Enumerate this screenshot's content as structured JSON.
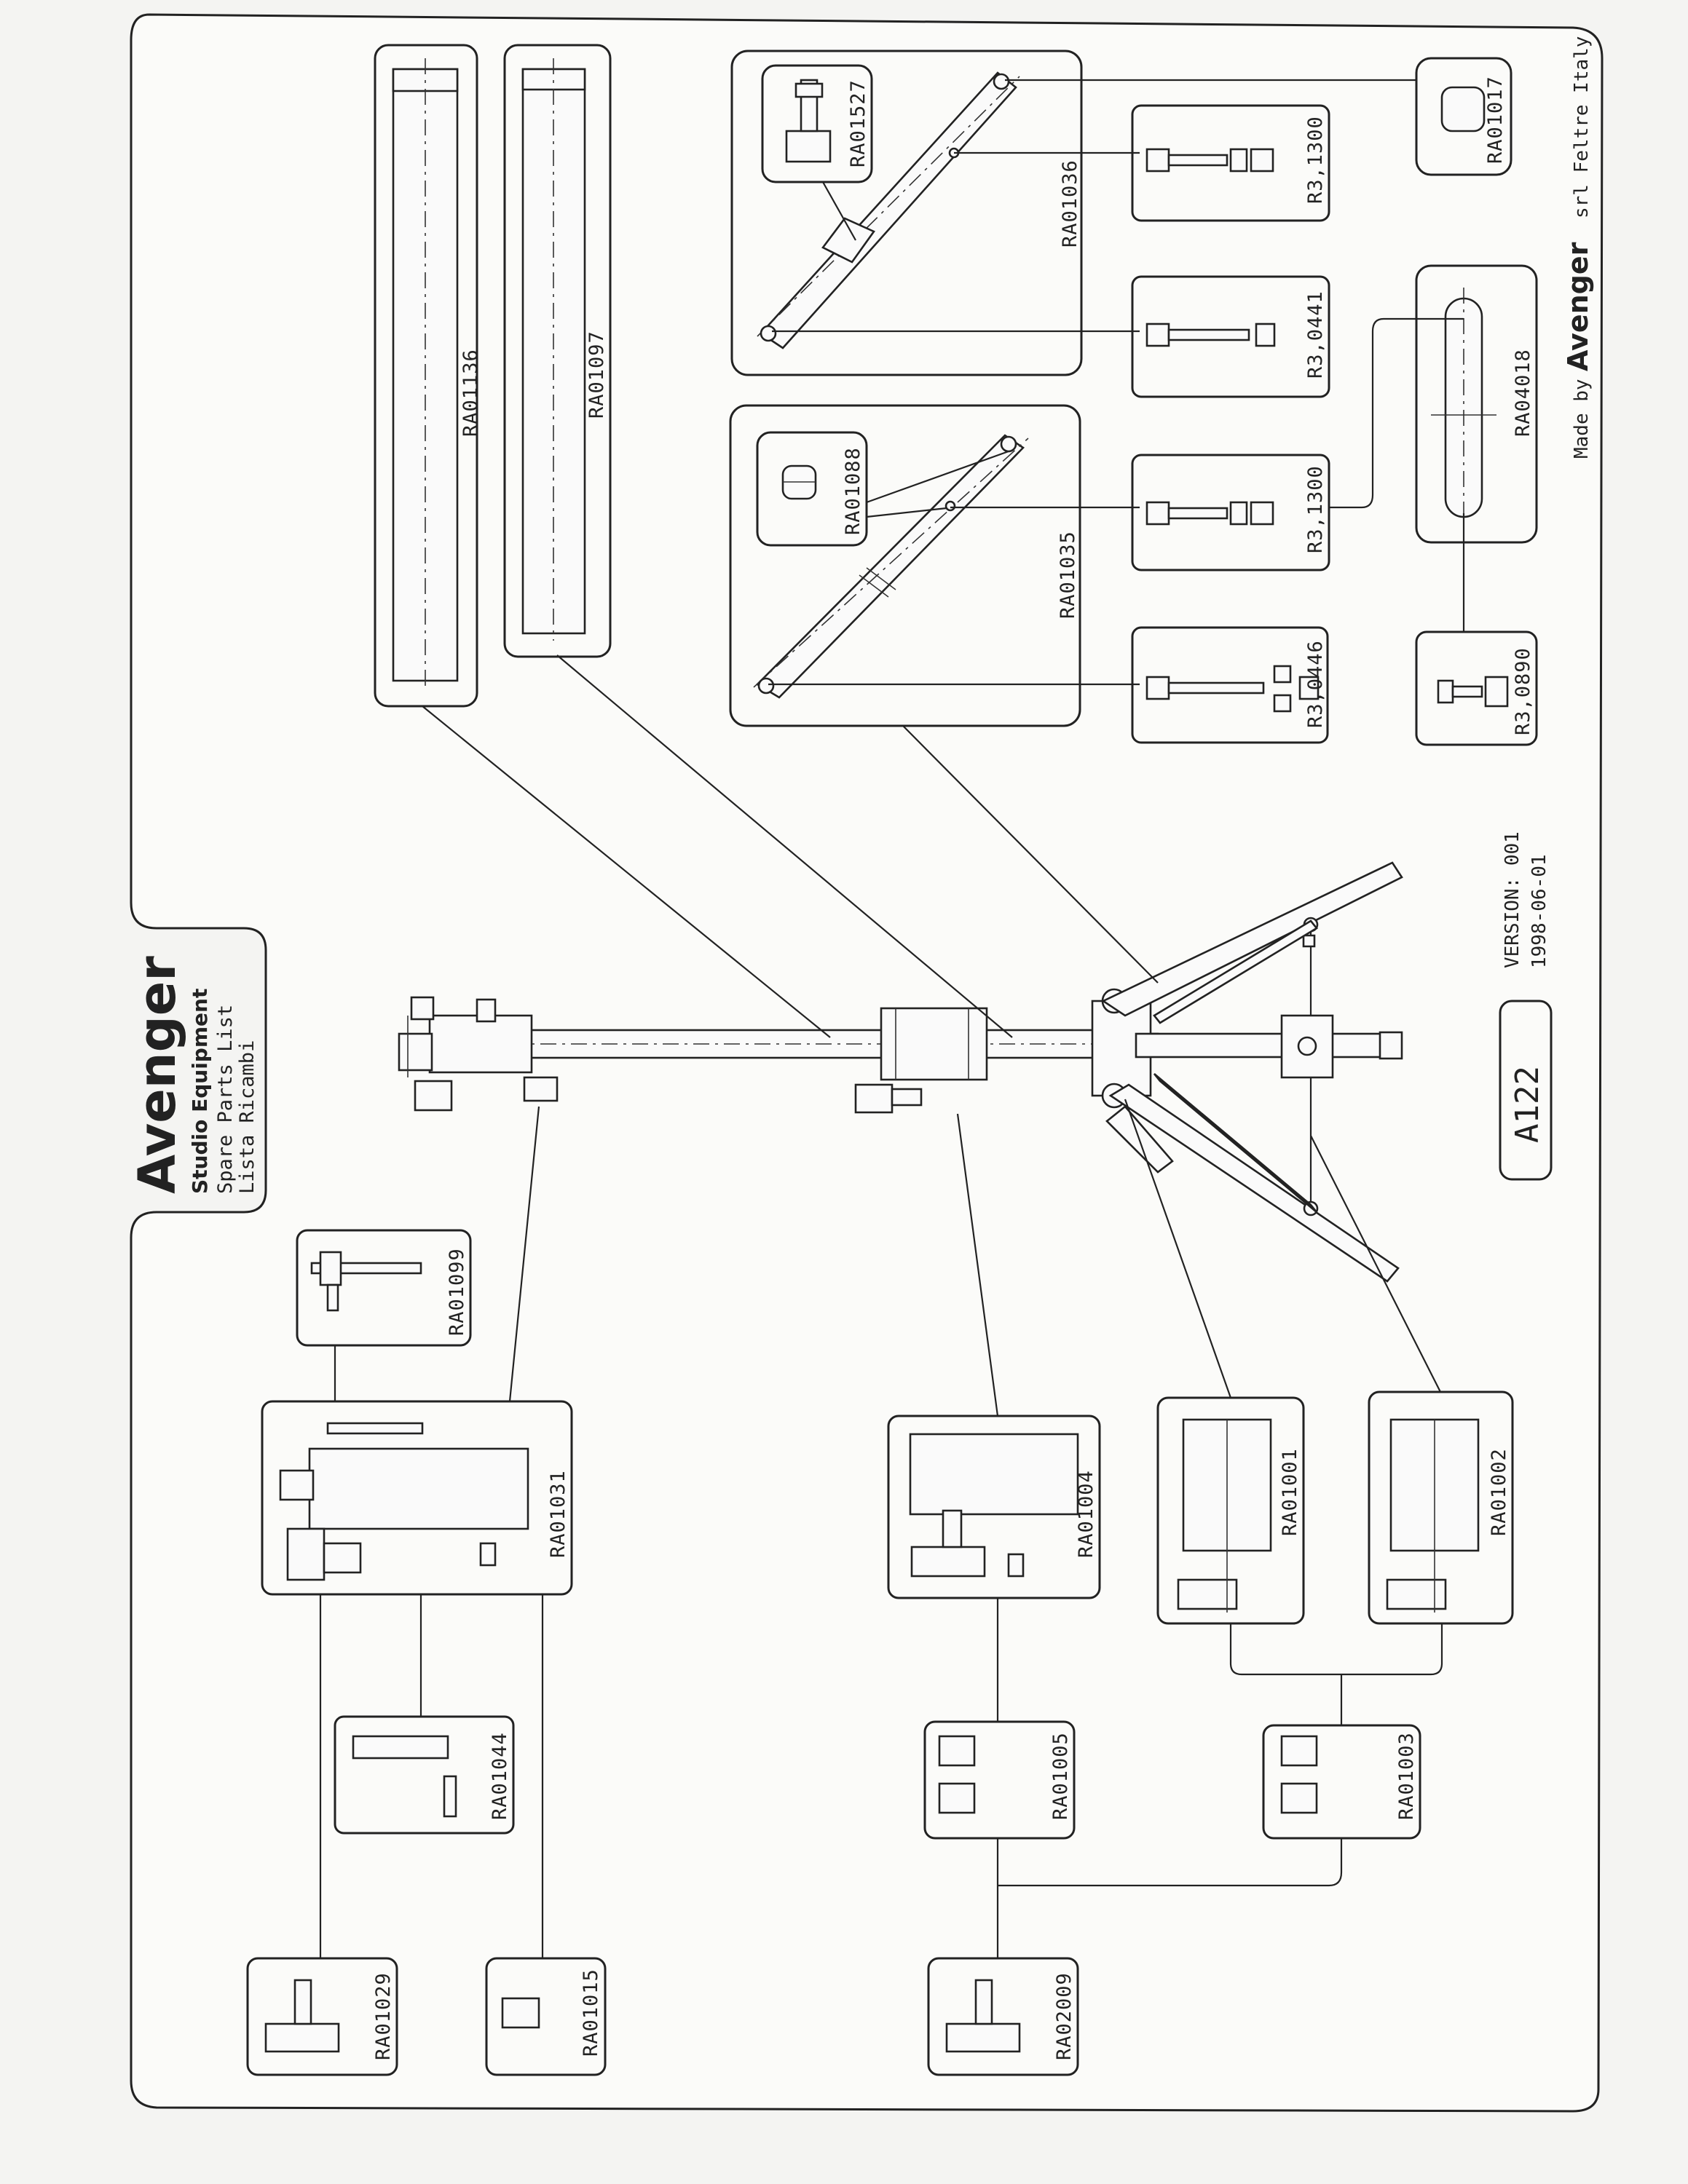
{
  "title_block": {
    "brand": "Avenger",
    "subtitle": "Studio Equipment",
    "line1": "Spare Parts List",
    "line2": "Lista Ricambi"
  },
  "model_badge": {
    "model": "A122",
    "version": "VERSION: 001",
    "date": "1998-06-01"
  },
  "footer": {
    "made_by": "Made by",
    "brand": "Avenger",
    "suffix": "srl  Feltre  Italy"
  },
  "parts": [
    {
      "id": "ra01136",
      "code": "RA01136",
      "note": "handwritten"
    },
    {
      "id": "ra01097",
      "code": "RA01097"
    },
    {
      "id": "ra01527",
      "code": "RA01527"
    },
    {
      "id": "ra01036",
      "code": "RA01036"
    },
    {
      "id": "ra01088",
      "code": "RA01088"
    },
    {
      "id": "ra01035",
      "code": "RA01035"
    },
    {
      "id": "ra01017",
      "code": "RA01017"
    },
    {
      "id": "r3-1300-a",
      "code": "R3,1300"
    },
    {
      "id": "r3-0441",
      "code": "R3,0441"
    },
    {
      "id": "r3-1300-b",
      "code": "R3,1300"
    },
    {
      "id": "r3-0446",
      "code": "R3,0446"
    },
    {
      "id": "ra04018",
      "code": "RA04018"
    },
    {
      "id": "r3-0890",
      "code": "R3,0890"
    },
    {
      "id": "ra01099",
      "code": "RA01099"
    },
    {
      "id": "ra01031",
      "code": "RA01031"
    },
    {
      "id": "ra01044",
      "code": "RA01044"
    },
    {
      "id": "ra01029",
      "code": "RA01029"
    },
    {
      "id": "ra01015",
      "code": "RA01015"
    },
    {
      "id": "ra01004",
      "code": "RA01004"
    },
    {
      "id": "ra01005",
      "code": "RA01005"
    },
    {
      "id": "ra02009",
      "code": "RA02009"
    },
    {
      "id": "ra01001",
      "code": "RA01001"
    },
    {
      "id": "ra01002",
      "code": "RA01002"
    },
    {
      "id": "ra01003",
      "code": "RA01003"
    }
  ]
}
